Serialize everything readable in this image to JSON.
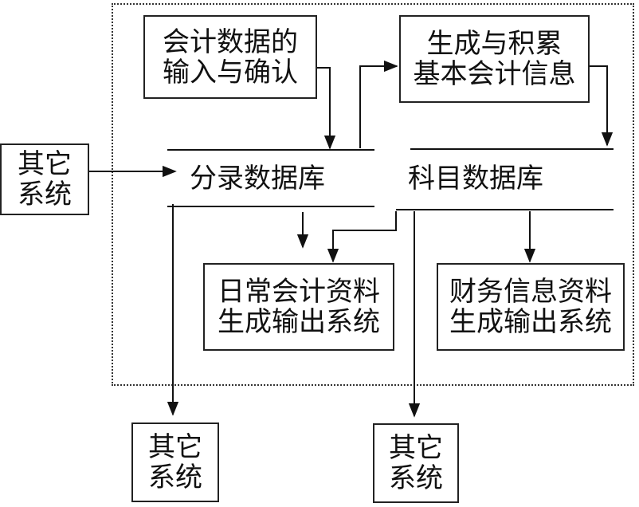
{
  "boxes": {
    "input_confirm": {
      "line1": "会计数据的",
      "line2": "输入与确认"
    },
    "generate_accumulate": {
      "line1": "生成与积累",
      "line2": "基本会计信息"
    },
    "daily_output": {
      "line1": "日常会计资料",
      "line2": "生成输出系统"
    },
    "financial_output": {
      "line1": "财务信息资料",
      "line2": "生成输出系统"
    },
    "other_left": {
      "line1": "其它",
      "line2": "系统"
    },
    "other_bottom_left": {
      "line1": "其它",
      "line2": "系统"
    },
    "other_bottom_right": {
      "line1": "其它",
      "line2": "系统"
    }
  },
  "databases": {
    "entry_db": "分录数据库",
    "account_db": "科目数据库"
  }
}
